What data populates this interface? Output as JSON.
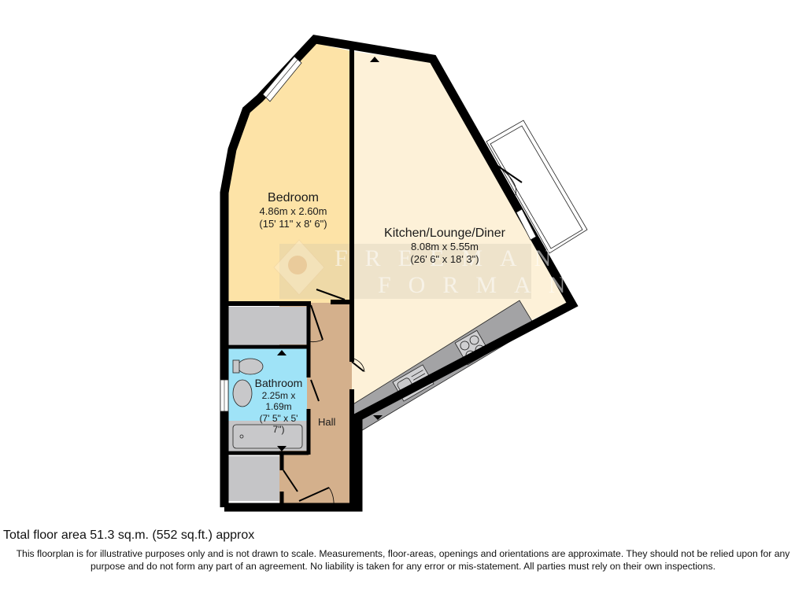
{
  "floorplan": {
    "brand_watermark": {
      "line1": "FREEMAN",
      "line2": "FORMAN",
      "icon": "lion-diamond-logo-icon"
    },
    "rooms": [
      {
        "id": "bedroom",
        "name": "Bedroom",
        "metric": "4.86m x 2.60m",
        "imperial": "(15' 11\" x 8' 6\")",
        "color": "#fde3a7"
      },
      {
        "id": "kitchen",
        "name": "Kitchen/Lounge/Diner",
        "metric": "8.08m x 5.55m",
        "imperial": "(26' 6\" x 18' 3\")",
        "color": "#fdf1d8"
      },
      {
        "id": "bathroom",
        "name": "Bathroom",
        "metric_line1": "2.25m x",
        "metric_line2": "1.69m",
        "imperial_line1": "(7' 5\" x 5'",
        "imperial_line2": "7\")",
        "color": "#9fe3f7"
      },
      {
        "id": "hall",
        "name": "Hall",
        "color": "#d4b08c"
      }
    ],
    "fixtures": {
      "storage_color": "#c5c5c7",
      "counter_color": "#a3a3a5",
      "wall_color": "#000000"
    }
  },
  "footer": {
    "total_area": "Total floor area 51.3 sq.m. (552 sq.ft.) approx",
    "disclaimer_line1": "This floorplan is for illustrative purposes only and is not drawn to scale. Measurements, floor-areas, openings and orientations are approximate. They should not be relied upon for any",
    "disclaimer_line2": "purpose and do not form any part of an agreement. No liability is taken for any error or mis-statement. All parties must rely on their own inspections."
  }
}
